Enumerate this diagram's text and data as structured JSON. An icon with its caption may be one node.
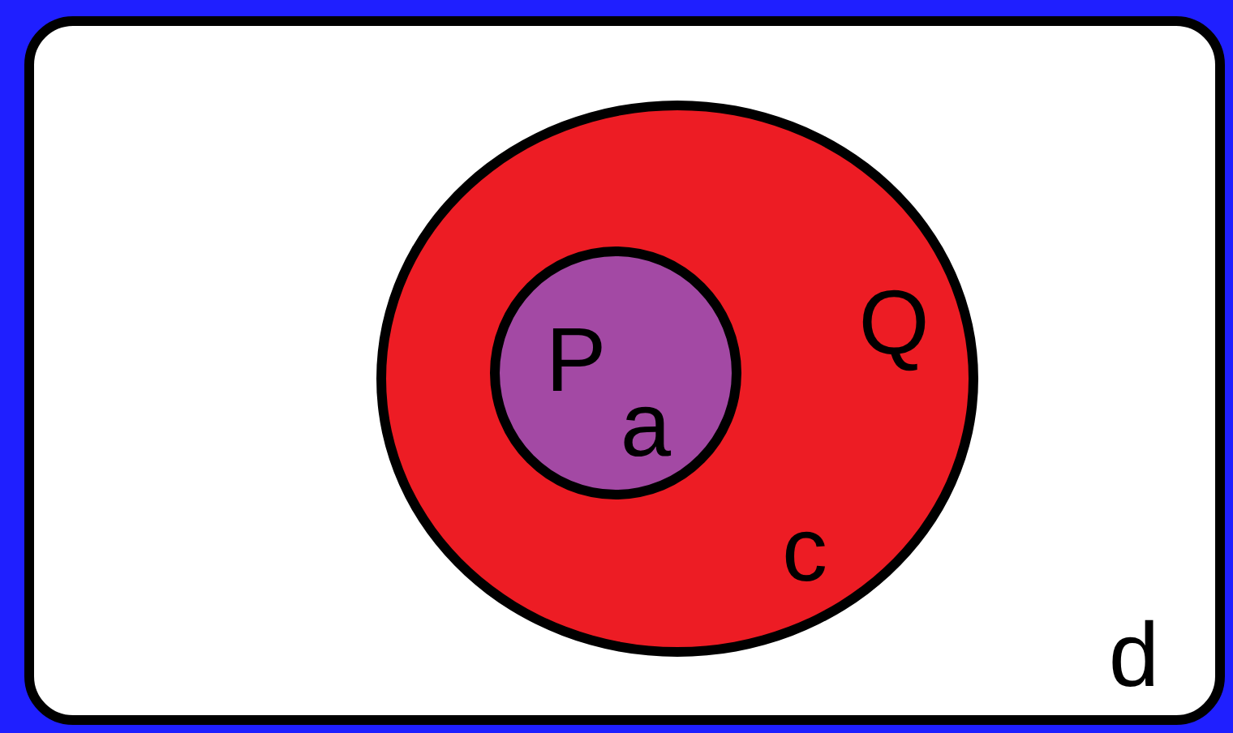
{
  "diagram": {
    "nodes": [
      {
        "text": [
          "d"
        ]
      },
      {
        "text": [
          "Q",
          "c"
        ],
        "in": 0
      },
      {
        "text": [
          "P",
          "a"
        ],
        "in": 1
      }
    ]
  }
}
